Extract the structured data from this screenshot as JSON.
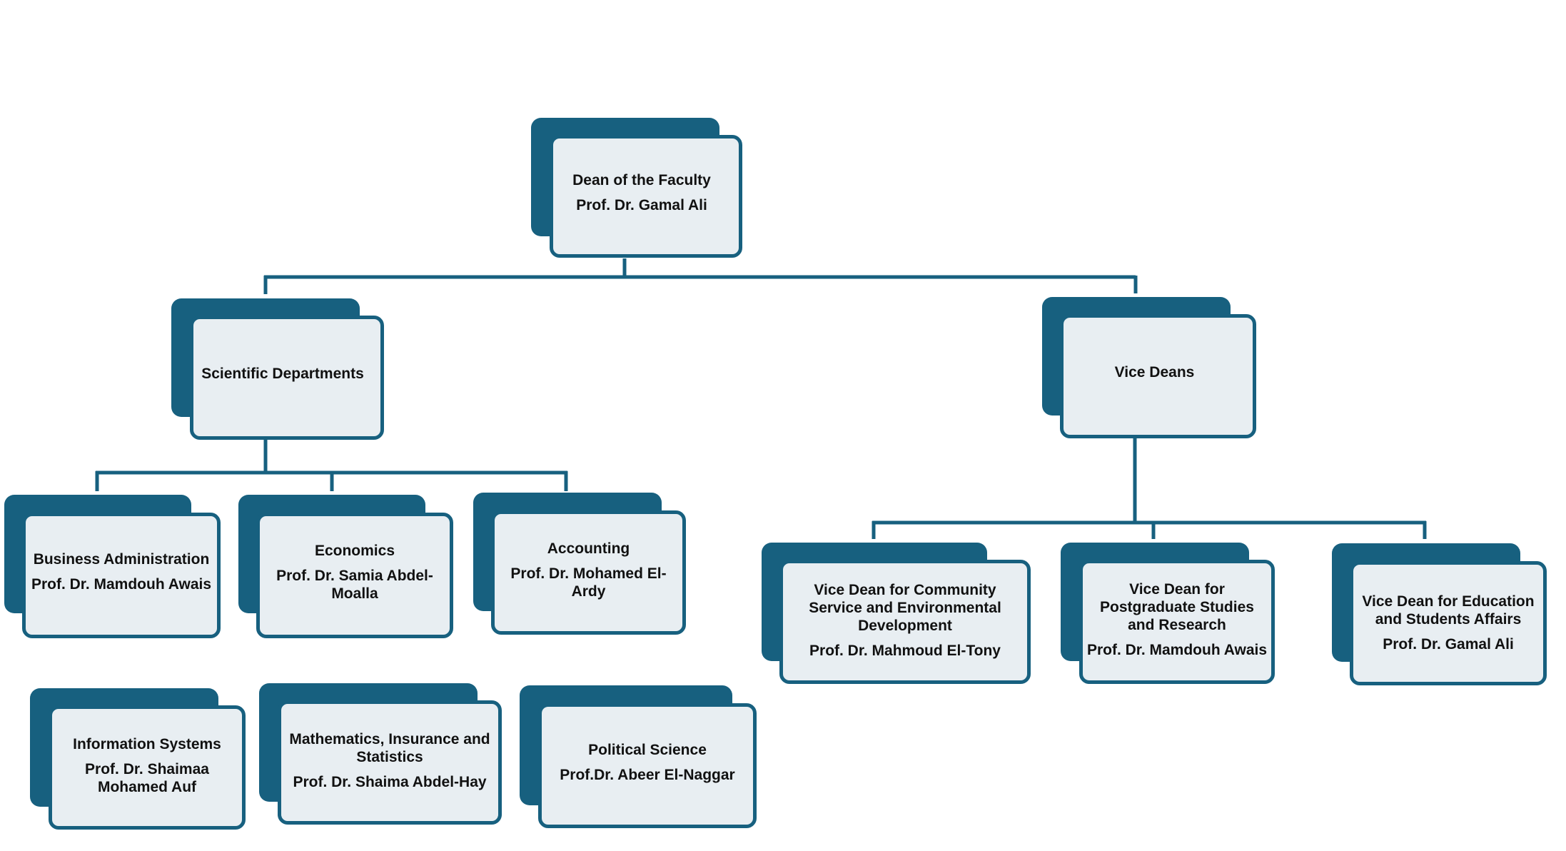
{
  "dean": {
    "title": "Dean of the Faculty",
    "person": "Prof. Dr. Gamal Ali"
  },
  "scientific": {
    "title": "Scientific Departments"
  },
  "vice": {
    "title": "Vice Deans"
  },
  "departments": [
    {
      "title": "Business Administration",
      "person": "Prof. Dr. Mamdouh Awais"
    },
    {
      "title": "Economics",
      "person": "Prof. Dr. Samia Abdel-Moalla"
    },
    {
      "title": "Accounting",
      "person": "Prof. Dr. Mohamed El-Ardy"
    },
    {
      "title": "Information Systems",
      "person": "Prof. Dr. Shaimaa Mohamed  Auf"
    },
    {
      "title": "Mathematics, Insurance and Statistics",
      "person": "Prof. Dr. Shaima Abdel-Hay"
    },
    {
      "title": "Political Science",
      "person": "Prof.Dr. Abeer El-Naggar"
    }
  ],
  "vice_deans": [
    {
      "title": "Vice Dean for Community Service and Environmental Development",
      "person": "Prof. Dr. Mahmoud El-Tony"
    },
    {
      "title": "Vice Dean for Postgraduate Studies and Research",
      "person": "Prof. Dr. Mamdouh Awais"
    },
    {
      "title": "Vice Dean for Education and Students Affairs",
      "person": "Prof. Dr. Gamal Ali"
    }
  ],
  "colors": {
    "accent": "#17607f",
    "box_fill": "#e8eef2",
    "text": "#111111"
  }
}
